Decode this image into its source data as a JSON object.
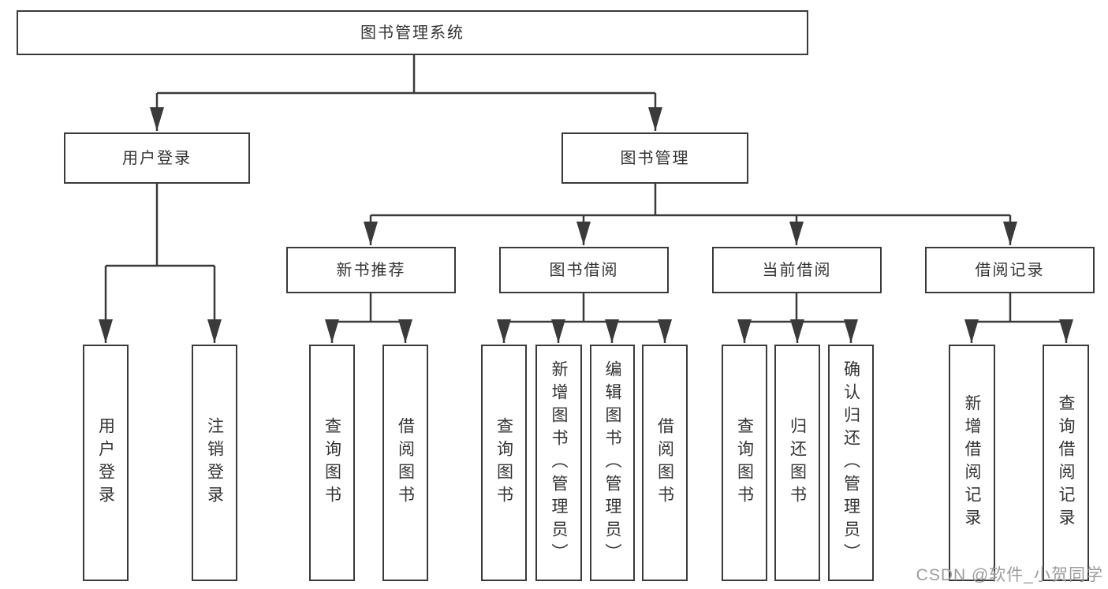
{
  "diagram": {
    "tree": {
      "label": "图书管理系统",
      "children": [
        {
          "label": "用户登录",
          "children": [
            {
              "label": "用户登录"
            },
            {
              "label": "注销登录"
            }
          ]
        },
        {
          "label": "图书管理",
          "children": [
            {
              "label": "新书推荐",
              "children": [
                {
                  "label": "查询图书"
                },
                {
                  "label": "借阅图书"
                }
              ]
            },
            {
              "label": "图书借阅",
              "children": [
                {
                  "label": "查询图书"
                },
                {
                  "label": "新增图书（管理员）"
                },
                {
                  "label": "编辑图书（管理员）"
                },
                {
                  "label": "借阅图书"
                }
              ]
            },
            {
              "label": "当前借阅",
              "children": [
                {
                  "label": "查询图书"
                },
                {
                  "label": "归还图书"
                },
                {
                  "label": "确认归还（管理员）"
                }
              ]
            },
            {
              "label": "借阅记录",
              "children": [
                {
                  "label": "新增借阅记录"
                },
                {
                  "label": "查询借阅记录"
                }
              ]
            }
          ]
        }
      ]
    }
  },
  "watermark": {
    "text": "CSDN @软件_小贺同学"
  },
  "colors": {
    "line": "#3a3a3a",
    "text": "#333333",
    "box_background": "#ffffff",
    "watermark": "#9c9c9c"
  }
}
